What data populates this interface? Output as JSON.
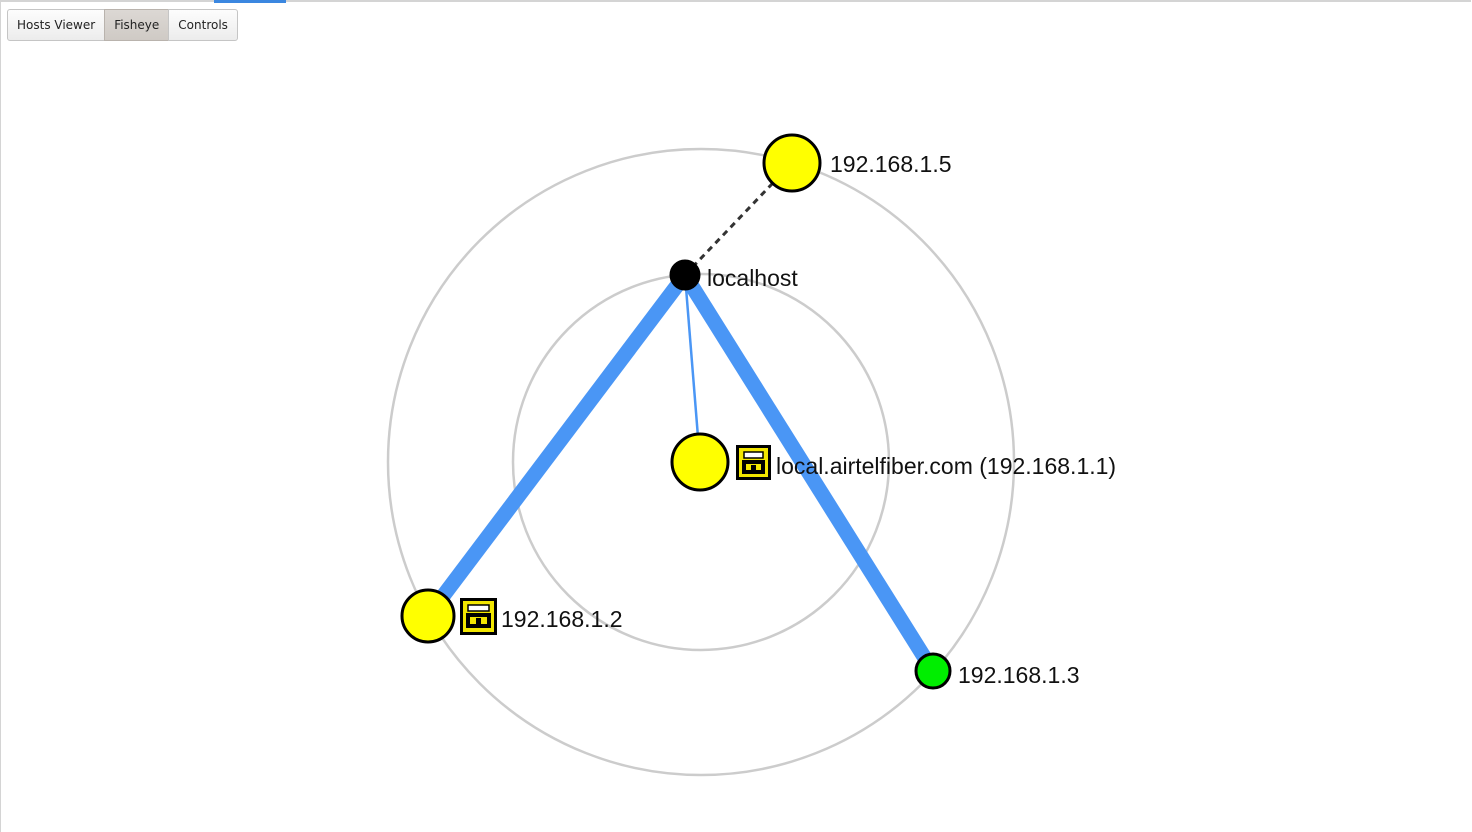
{
  "tabs": [
    {
      "label": "Hosts Viewer",
      "active": false
    },
    {
      "label": "Fisheye",
      "active": true
    },
    {
      "label": "Controls",
      "active": false
    }
  ],
  "graph": {
    "nodes": [
      {
        "id": "localhost",
        "label": "localhost",
        "color": "#000000",
        "icon": null
      },
      {
        "id": "router",
        "label": "local.airtelfiber.com (192.168.1.1)",
        "color": "#ffff00",
        "icon": "lock-icon"
      },
      {
        "id": "h2",
        "label": "192.168.1.2",
        "color": "#ffff00",
        "icon": "lock-icon"
      },
      {
        "id": "h3",
        "label": "192.168.1.3",
        "color": "#00ee00",
        "icon": null
      },
      {
        "id": "h5",
        "label": "192.168.1.5",
        "color": "#ffff00",
        "icon": null
      }
    ],
    "edges": [
      {
        "from": "localhost",
        "to": "router",
        "style": "thin"
      },
      {
        "from": "localhost",
        "to": "h2",
        "style": "thick"
      },
      {
        "from": "localhost",
        "to": "h3",
        "style": "thick"
      },
      {
        "from": "localhost",
        "to": "h5",
        "style": "dashed"
      }
    ],
    "colors": {
      "edge": "#4a96f5",
      "ring": "#cccccc",
      "dashed": "#333333",
      "lock_fill": "#f2e600"
    }
  }
}
